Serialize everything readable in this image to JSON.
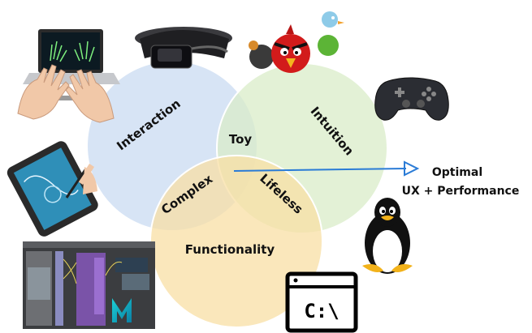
{
  "circles": {
    "interaction": {
      "label": "Interaction",
      "color": "#c9dbf1"
    },
    "intuition": {
      "label": "Intuition",
      "color": "#d9ecc8"
    },
    "functionality": {
      "label": "Functionality",
      "color": "#f8dfa4"
    }
  },
  "overlaps": {
    "interaction_intuition": "Toy",
    "interaction_functionality": "Complex",
    "intuition_functionality": "Lifeless"
  },
  "outcome": {
    "line1": "Optimal",
    "line2": "UX + Performance"
  },
  "terminal_text": "C:\\",
  "icons": [
    "leap-motion-hands-icon",
    "hololens-headset-icon",
    "angry-birds-icon",
    "gamepad-icon",
    "drawing-tablet-icon",
    "tux-penguin-icon",
    "maya-node-editor-icon",
    "command-prompt-icon"
  ],
  "colors": {
    "arrow": "#2a7bd6",
    "outline": "#ffffff"
  }
}
